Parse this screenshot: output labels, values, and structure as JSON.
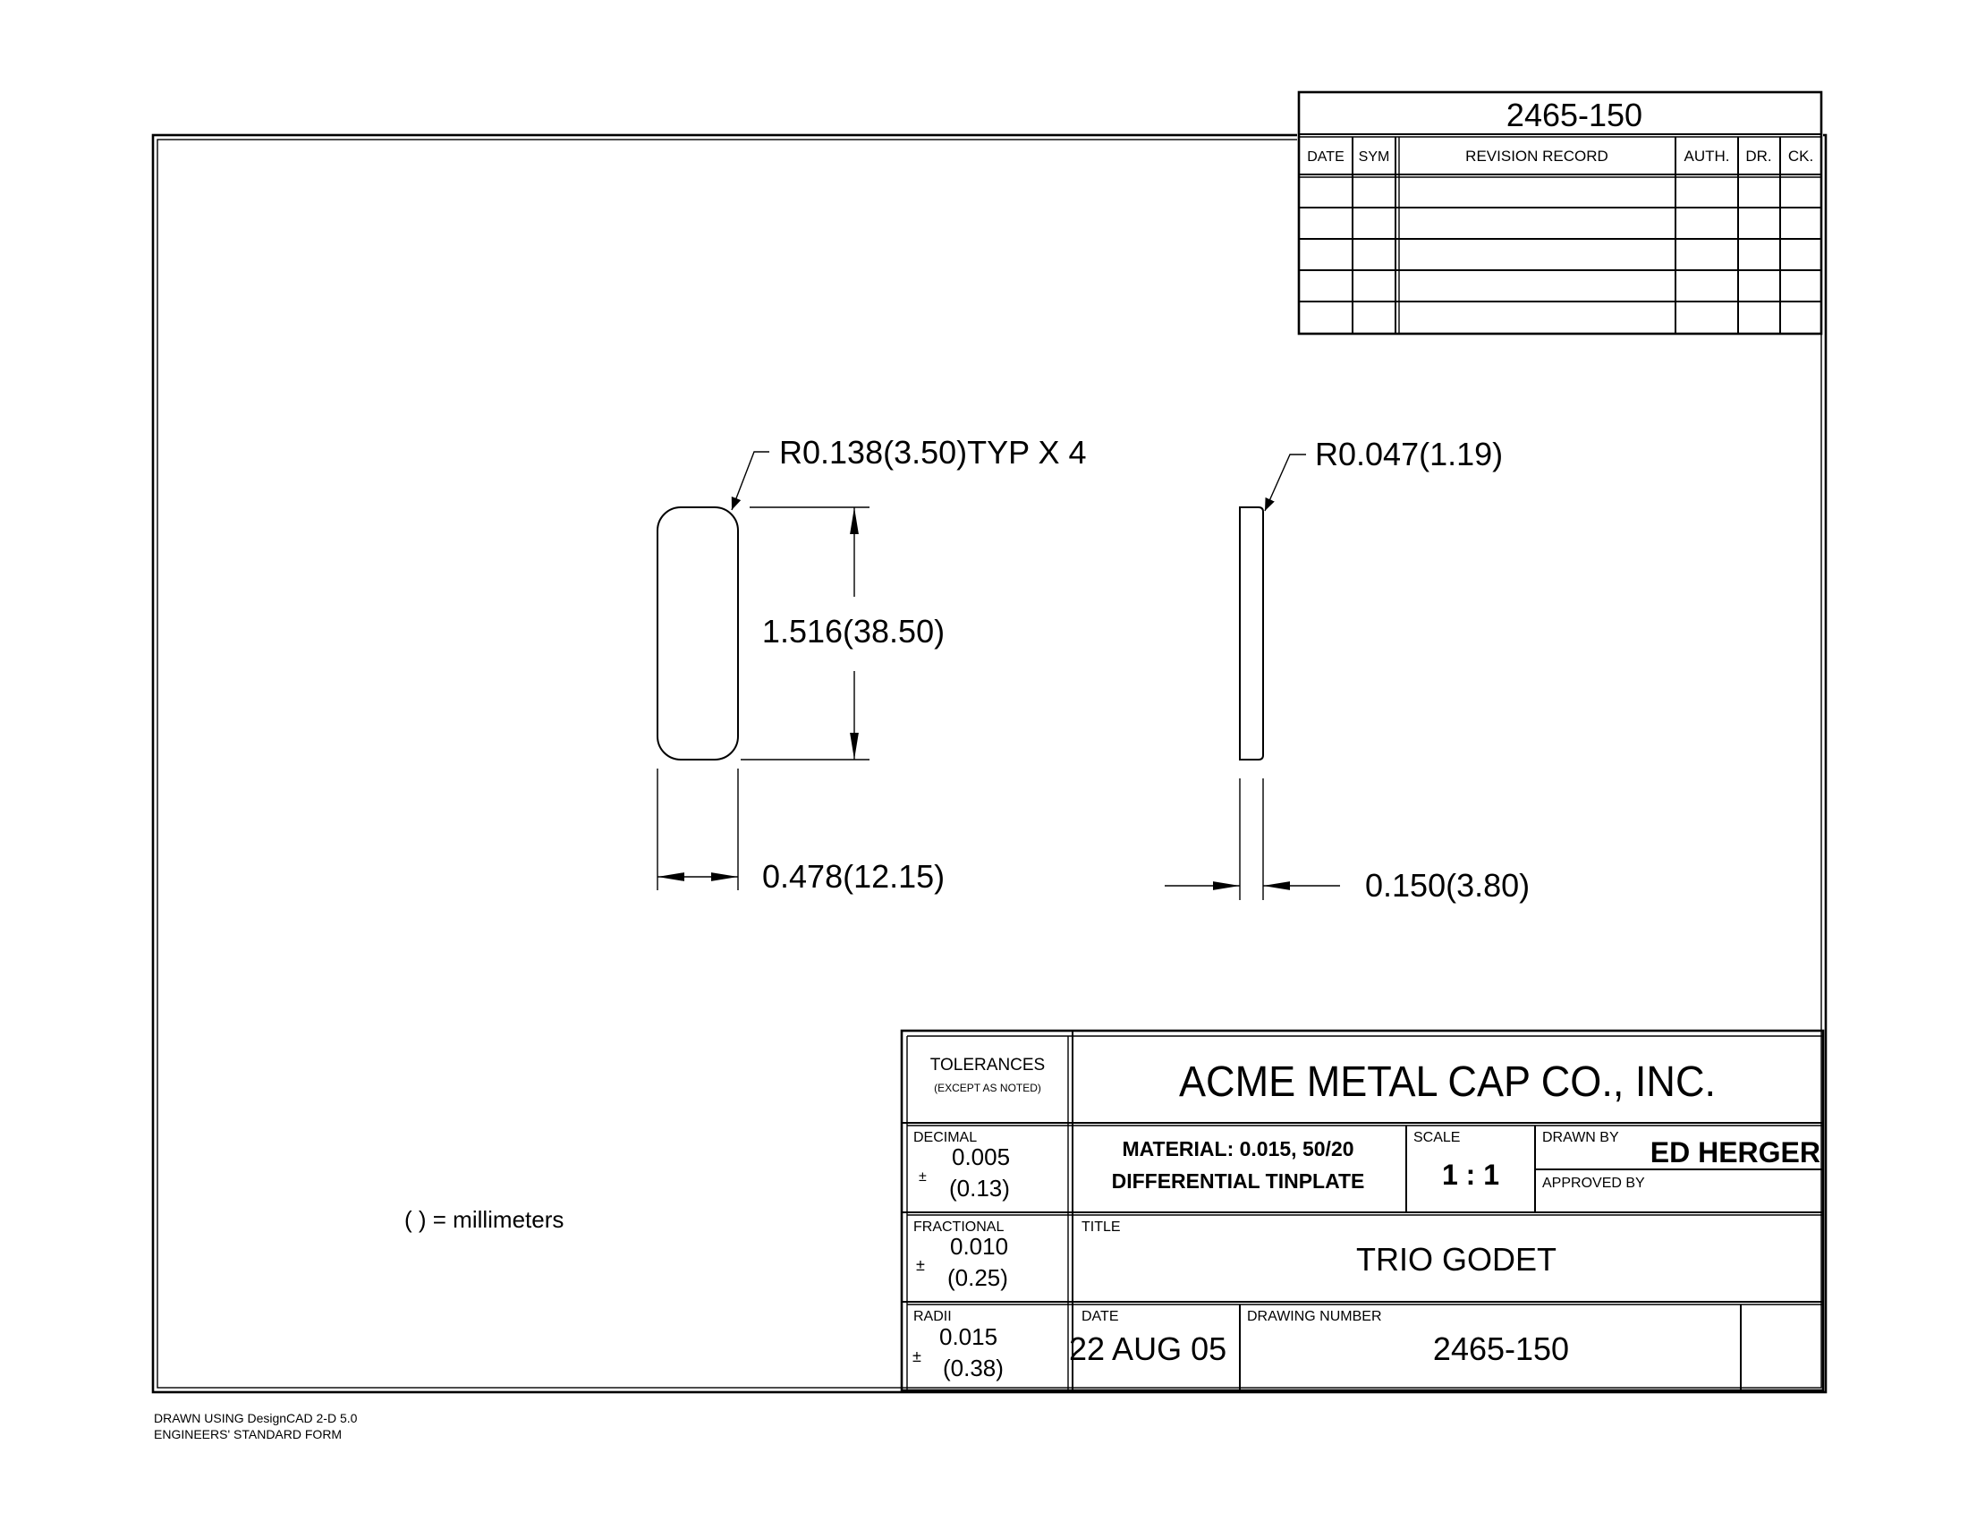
{
  "revision_block": {
    "part_number": "2465-150",
    "headers": {
      "date": "DATE",
      "sym": "SYM",
      "record": "REVISION RECORD",
      "auth": "AUTH.",
      "dr": "DR.",
      "ck": "CK."
    }
  },
  "dimensions": {
    "front_radius": "R0.138(3.50)TYP X 4",
    "front_height": "1.516(38.50)",
    "front_width": "0.478(12.15)",
    "side_radius": "R0.047(1.19)",
    "side_thickness": "0.150(3.80)"
  },
  "units_note": "( ) = millimeters",
  "title_block": {
    "tolerances_label": "TOLERANCES",
    "tolerances_sub": "(EXCEPT AS NOTED)",
    "company": "ACME METAL CAP CO., INC.",
    "decimal_label": "DECIMAL",
    "decimal_value": "0.005",
    "decimal_mm": "(0.13)",
    "fractional_label": "FRACTIONAL",
    "fractional_value": "0.010",
    "fractional_mm": "(0.25)",
    "radii_label": "RADII",
    "radii_value": "0.015",
    "radii_mm": "(0.38)",
    "plus_minus": "±",
    "material_line1": "MATERIAL:  0.015,  50/20",
    "material_line2": "DIFFERENTIAL TINPLATE",
    "scale_label": "SCALE",
    "scale_value": "1 : 1",
    "drawn_by_label": "DRAWN BY",
    "drawn_by_value": "ED HERGER",
    "approved_by_label": "APPROVED BY",
    "title_label": "TITLE",
    "title_value": "TRIO GODET",
    "date_label": "DATE",
    "date_value": "22 AUG 05",
    "drawing_number_label": "DRAWING NUMBER",
    "drawing_number_value": "2465-150"
  },
  "footer": {
    "line1": "DRAWN USING DesignCAD 2-D 5.0",
    "line2": "ENGINEERS' STANDARD FORM"
  }
}
